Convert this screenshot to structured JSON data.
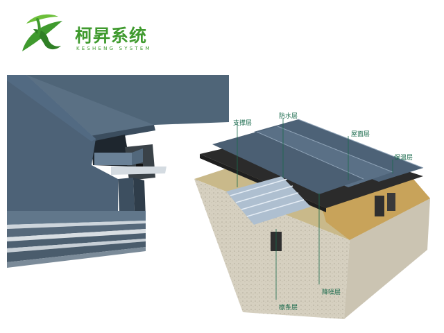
{
  "brand": {
    "name": "柯昇系统",
    "subtitle": "KESHENG SYSTEM",
    "color": "#3f9a2e"
  },
  "panel_color": "#4d6277",
  "callout_color": "#1a6a4c",
  "labels": {
    "support": "支撑层",
    "waterproof": "防水层",
    "roof": "屋面层",
    "insulation": "保温层",
    "noise": "降噪层",
    "purlin": "檩条层"
  }
}
